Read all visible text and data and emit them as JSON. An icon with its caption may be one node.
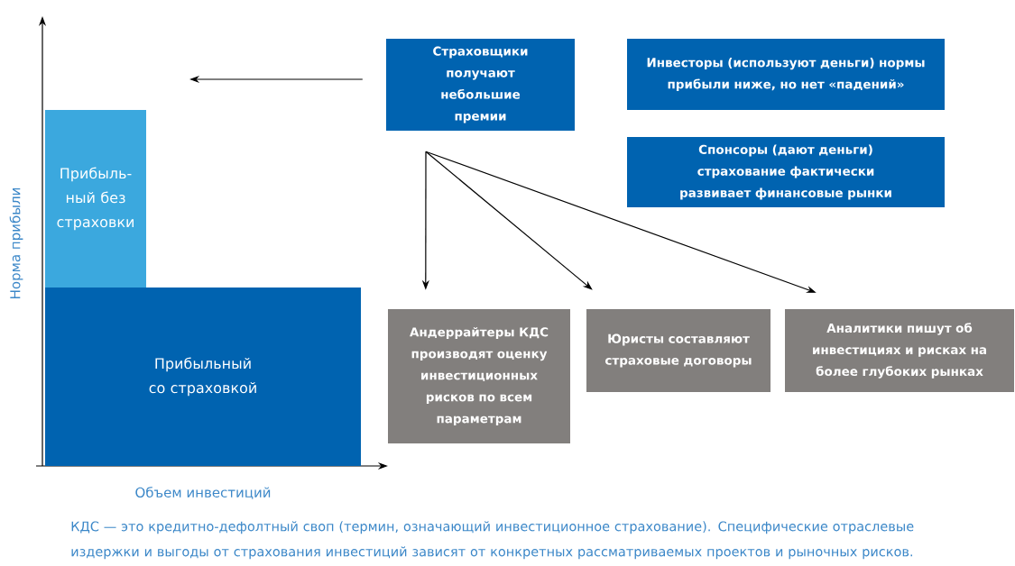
{
  "diagram": {
    "caption": "КДС — это кредитно-дефолтный своп (термин, означающий инвестиционное страхование). Специфические отраслевые издержки и выгоды от страхования инвестиций зависят от конкретных рассматриваемых проектов и рыночных рисков.",
    "nodes": [
      {
        "text": [
          "Прибыль-ный без страховки"
        ]
      },
      {
        "text": [
          "Прибыльный со страховкой"
        ]
      },
      {
        "text": [
          "Страховщики получают небольшие премии"
        ]
      },
      {
        "text": [
          "Инвесторы (используют деньги) нормы прибыли ниже, но нет «падений»"
        ]
      },
      {
        "text": [
          "Спонсоры (дают деньги) страхование фактически развивает финансовые рынки"
        ]
      },
      {
        "text": [
          "Андеррайтеры КДС производят оценку инвестиционных рисков по всем параметрам"
        ]
      },
      {
        "text": [
          "Юристы составляют страховые договоры"
        ]
      },
      {
        "text": [
          "Аналитики пишут об инвестициях и рисках на более глубоких рынках"
        ]
      }
    ],
    "edges": [
      {
        "from": 2,
        "to": null,
        "arrow": "to"
      },
      {
        "from": 2,
        "to": 5,
        "arrow": "to"
      },
      {
        "from": 2,
        "to": 6,
        "arrow": "to"
      },
      {
        "from": 2,
        "to": 7,
        "arrow": "to"
      }
    ],
    "labels": [
      "Норма прибыли",
      "Объем инвестиций"
    ]
  }
}
